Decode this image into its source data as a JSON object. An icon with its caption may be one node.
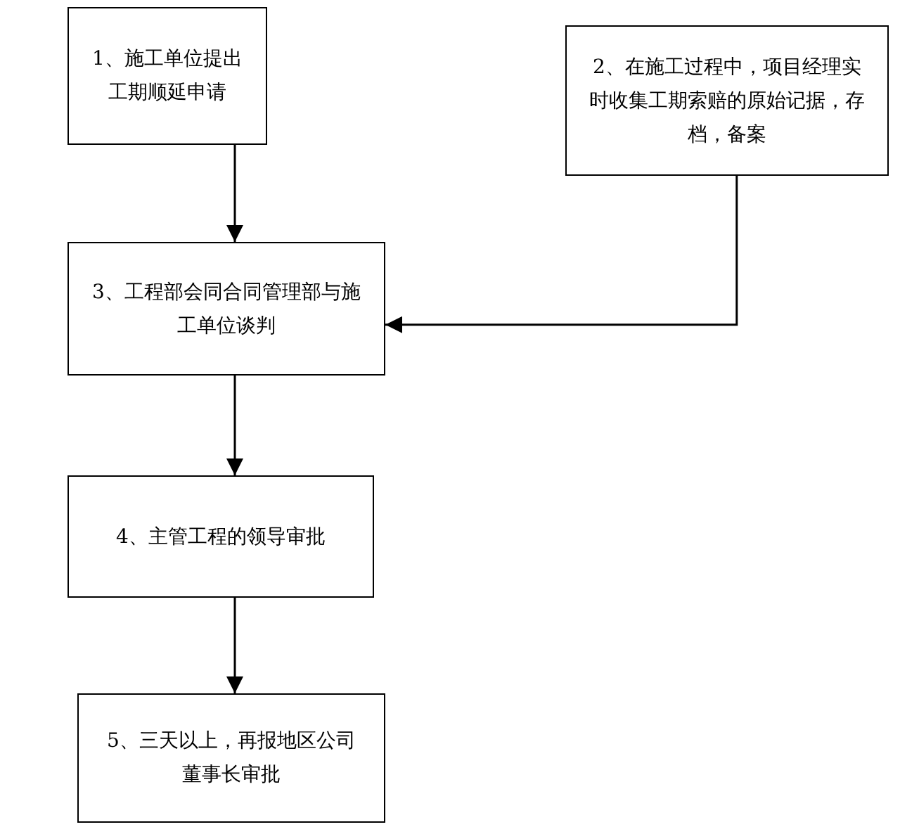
{
  "diagram": {
    "nodes": [
      {
        "text": [
          "1、施工单位提出工期顺延申请"
        ]
      },
      {
        "text": [
          "2、在施工过程中，项目经理实时收集工期索赔的原始记据，存档，备案"
        ]
      },
      {
        "text": [
          "3、工程部会同合同管理部与施工单位谈判"
        ]
      },
      {
        "text": [
          "4、主管工程的领导审批"
        ]
      },
      {
        "text": [
          "5、三天以上，再报地区公司董事长审批"
        ]
      }
    ],
    "edges": [
      {
        "from": 0,
        "to": 2,
        "arrow": "to"
      },
      {
        "from": 1,
        "to": 2,
        "arrow": "to"
      },
      {
        "from": 2,
        "to": 3,
        "arrow": "to"
      },
      {
        "from": 3,
        "to": 4,
        "arrow": "to"
      }
    ]
  }
}
